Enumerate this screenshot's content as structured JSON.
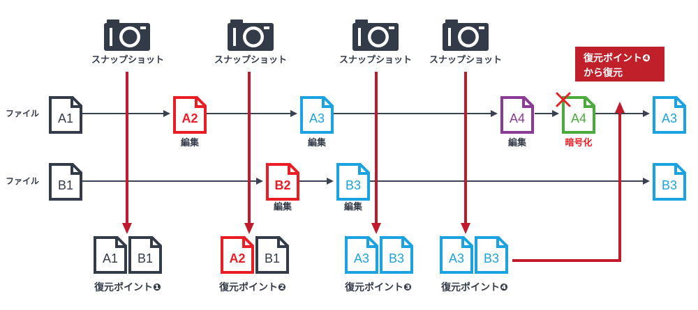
{
  "colors": {
    "dark": "#343b48",
    "red": "#ea1c24",
    "blue": "#1aa3e0",
    "purple": "#8b3a96",
    "green": "#4aab3c",
    "arrow_red": "#c01a2c",
    "callout_bg": "#c0202a",
    "line": "#3a4150"
  },
  "icons": {
    "camera": "camera-icon",
    "document": "document-icon",
    "cross": "x-mark-icon"
  },
  "snapshots": [
    {
      "label": "スナップショット"
    },
    {
      "label": "スナップショット"
    },
    {
      "label": "スナップショット"
    },
    {
      "label": "スナップショット"
    }
  ],
  "rows": {
    "a": {
      "label": "ファイル"
    },
    "b": {
      "label": "ファイル"
    }
  },
  "docs": {
    "a1": "A1",
    "a2": "A2",
    "a3": "A3",
    "a4": "A4",
    "a4e": "A4",
    "a3f": "A3",
    "b1": "B1",
    "b2": "B2",
    "b3": "B3",
    "b3f": "B3"
  },
  "captions": {
    "edit_a2": "編集",
    "edit_a3": "編集",
    "edit_a4": "編集",
    "encrypt": "暗号化",
    "edit_b2": "編集",
    "edit_b3": "編集"
  },
  "restore_points": [
    {
      "label": "復元ポイント❶",
      "docs": [
        "A1",
        "B1"
      ]
    },
    {
      "label": "復元ポイント❷",
      "docs": [
        "A2",
        "B1"
      ]
    },
    {
      "label": "復元ポイント❸",
      "docs": [
        "A3",
        "B3"
      ]
    },
    {
      "label": "復元ポイント❹",
      "docs": [
        "A3",
        "B3"
      ]
    }
  ],
  "callout": {
    "line1": "復元ポイント❹",
    "line2": "から復元"
  }
}
